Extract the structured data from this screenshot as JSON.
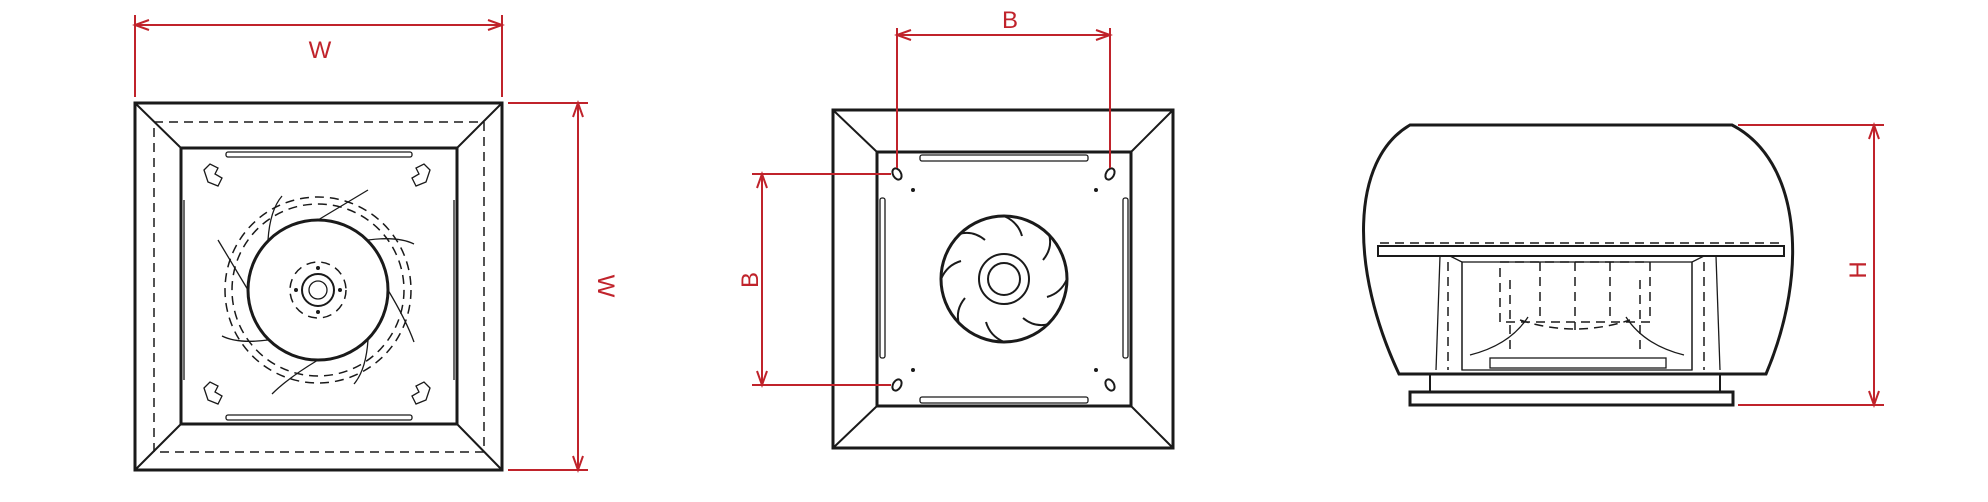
{
  "colors": {
    "dimension": "#c0232b",
    "outline": "#1a1a1a",
    "background": "#ffffff"
  },
  "views": {
    "top": {
      "width_label": "W",
      "side_label": "W"
    },
    "base": {
      "horizontal_label": "B",
      "vertical_label": "B"
    },
    "side": {
      "height_label": "H"
    }
  }
}
